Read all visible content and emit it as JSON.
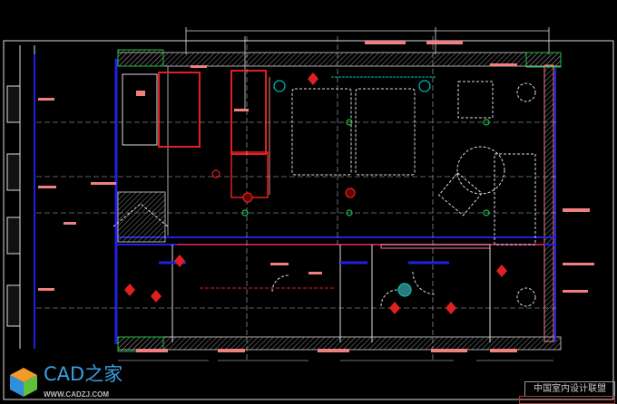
{
  "logo": {
    "name": "CAD之家",
    "url": "WWW.CADZJ.COM"
  },
  "watermark": {
    "text": "中国室内设计联盟"
  },
  "colors": {
    "background": "#000000",
    "wall_hatch": "#9a9a9a",
    "partition": "#2020e0",
    "annotation": "#f08080",
    "red_line": "#e02020",
    "grid": "#ffffff",
    "fixture": "#00c0c0",
    "green": "#20c040"
  }
}
